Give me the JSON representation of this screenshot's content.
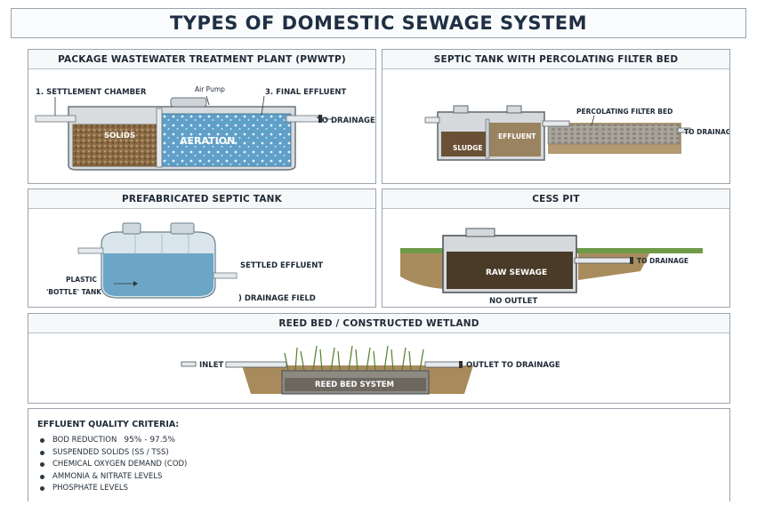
{
  "title": "TYPES OF DOMESTIC SEWAGE SYSTEM",
  "panels": {
    "pwwtp": {
      "heading": "PACKAGE WASTEWATER TREATMENT PLANT (PWWTP)",
      "settlement": "1. SETTLEMENT CHAMBER",
      "air_pump": "Air Pump",
      "final_effluent": "3. FINAL EFFLUENT",
      "solids": "SOLIDS",
      "aeration": "AERATION",
      "to_drainage": "TO DRAINAGE"
    },
    "septic_filter": {
      "heading": "SEPTIC TANK WITH PERCOLATING FILTER BED",
      "filter_bed": "PERCOLATING FILTER BED",
      "to_drainage": "TO DRAINAGE",
      "sludge": "SLUDGE",
      "effluent": "EFFLUENT"
    },
    "prefab": {
      "heading": "PREFABRICATED SEPTIC TANK",
      "settled": "SETTLED EFFLUENT",
      "plastic": "PLASTIC",
      "bottle_tank": "'BOTTLE' TANK",
      "drainage_field": ") DRAINAGE FIELD"
    },
    "cess": {
      "heading": "CESS PIT",
      "to_drainage": "TO DRAINAGE",
      "raw_sewage": "RAW SEWAGE",
      "no_outlet": "NO OUTLET"
    },
    "reed": {
      "heading": "REED BED / CONSTRUCTED WETLAND",
      "inlet": "INLET",
      "outlet": "OUTLET TO DRAINAGE",
      "system": "REED BED SYSTEM"
    }
  },
  "criteria": {
    "title": "EFFLUENT QUALITY CRITERIA:",
    "items": [
      {
        "label": "BOD REDUCTION",
        "value": "95% - 97.5%"
      },
      {
        "label": "SUSPENDED SOLIDS (SS / TSS)",
        "value": ""
      },
      {
        "label": "CHEMICAL OXYGEN DEMAND (COD)",
        "value": ""
      },
      {
        "label": "AMMONIA & NITRATE LEVELS",
        "value": ""
      },
      {
        "label": "PHOSPHATE LEVELS",
        "value": ""
      }
    ]
  },
  "colors": {
    "water": "#7fb6d6",
    "water_dark": "#4f8fb8",
    "sludge": "#7a5a3a",
    "soil": "#a88a5c",
    "gravel": "#9a9a94",
    "reeds": "#5f8f3c",
    "tank_wall": "#d9dde0"
  }
}
